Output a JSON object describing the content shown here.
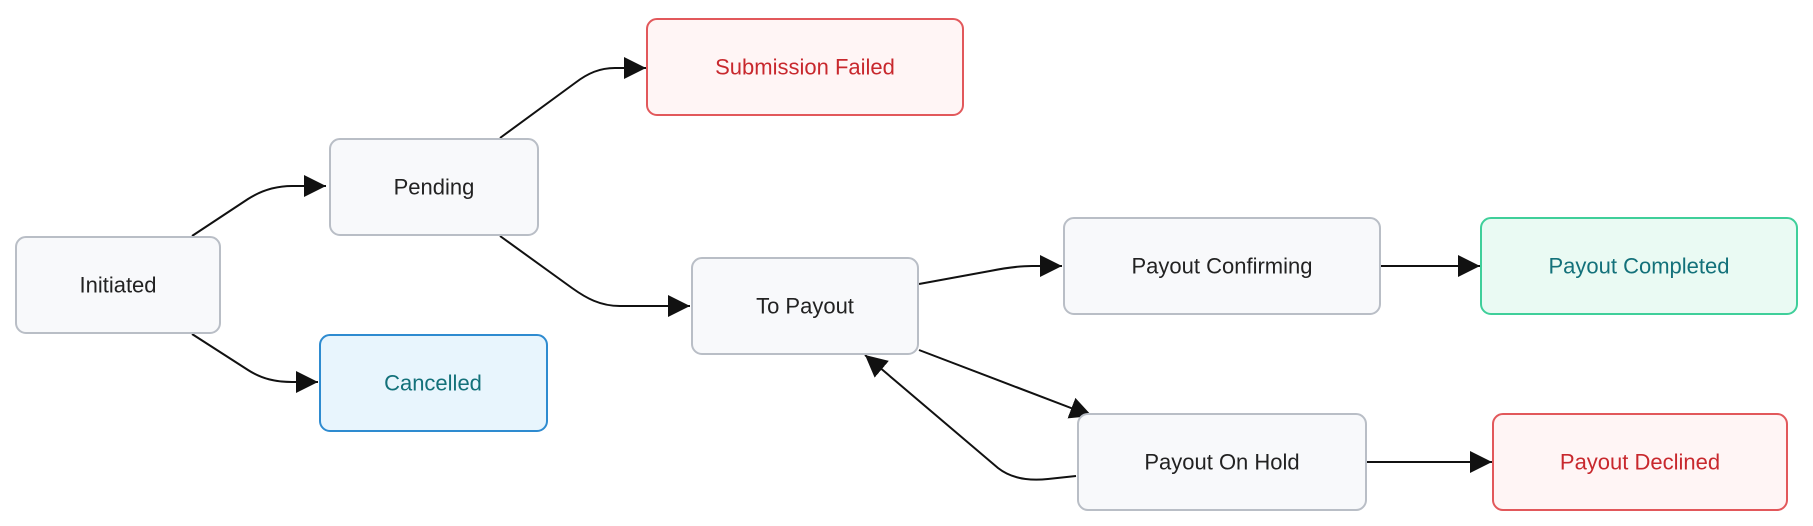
{
  "palette": {
    "neutral": {
      "fill": "#f8f9fb",
      "stroke": "#b9bec6",
      "text": "#222222"
    },
    "error": {
      "fill": "#fff5f5",
      "stroke": "#e2585b",
      "text": "#c8282d"
    },
    "info": {
      "fill": "#e8f5fd",
      "stroke": "#2e8bd0",
      "text": "#13717a"
    },
    "success": {
      "fill": "#eafaf3",
      "stroke": "#3fcf9a",
      "text": "#13717a"
    },
    "edge": "#111111"
  },
  "nodes": {
    "initiated": {
      "label": "Initiated",
      "style": "neutral"
    },
    "pending": {
      "label": "Pending",
      "style": "neutral"
    },
    "submission_failed": {
      "label": "Submission Failed",
      "style": "error"
    },
    "cancelled": {
      "label": "Cancelled",
      "style": "info"
    },
    "to_payout": {
      "label": "To Payout",
      "style": "neutral"
    },
    "payout_confirming": {
      "label": "Payout Confirming",
      "style": "neutral"
    },
    "payout_completed": {
      "label": "Payout Completed",
      "style": "success"
    },
    "payout_on_hold": {
      "label": "Payout On Hold",
      "style": "neutral"
    },
    "payout_declined": {
      "label": "Payout Declined",
      "style": "error"
    }
  },
  "edges": [
    {
      "from": "initiated",
      "to": "pending"
    },
    {
      "from": "initiated",
      "to": "cancelled"
    },
    {
      "from": "pending",
      "to": "submission_failed"
    },
    {
      "from": "pending",
      "to": "to_payout"
    },
    {
      "from": "to_payout",
      "to": "payout_confirming"
    },
    {
      "from": "to_payout",
      "to": "payout_on_hold"
    },
    {
      "from": "payout_on_hold",
      "to": "to_payout"
    },
    {
      "from": "payout_confirming",
      "to": "payout_completed"
    },
    {
      "from": "payout_on_hold",
      "to": "payout_declined"
    }
  ]
}
